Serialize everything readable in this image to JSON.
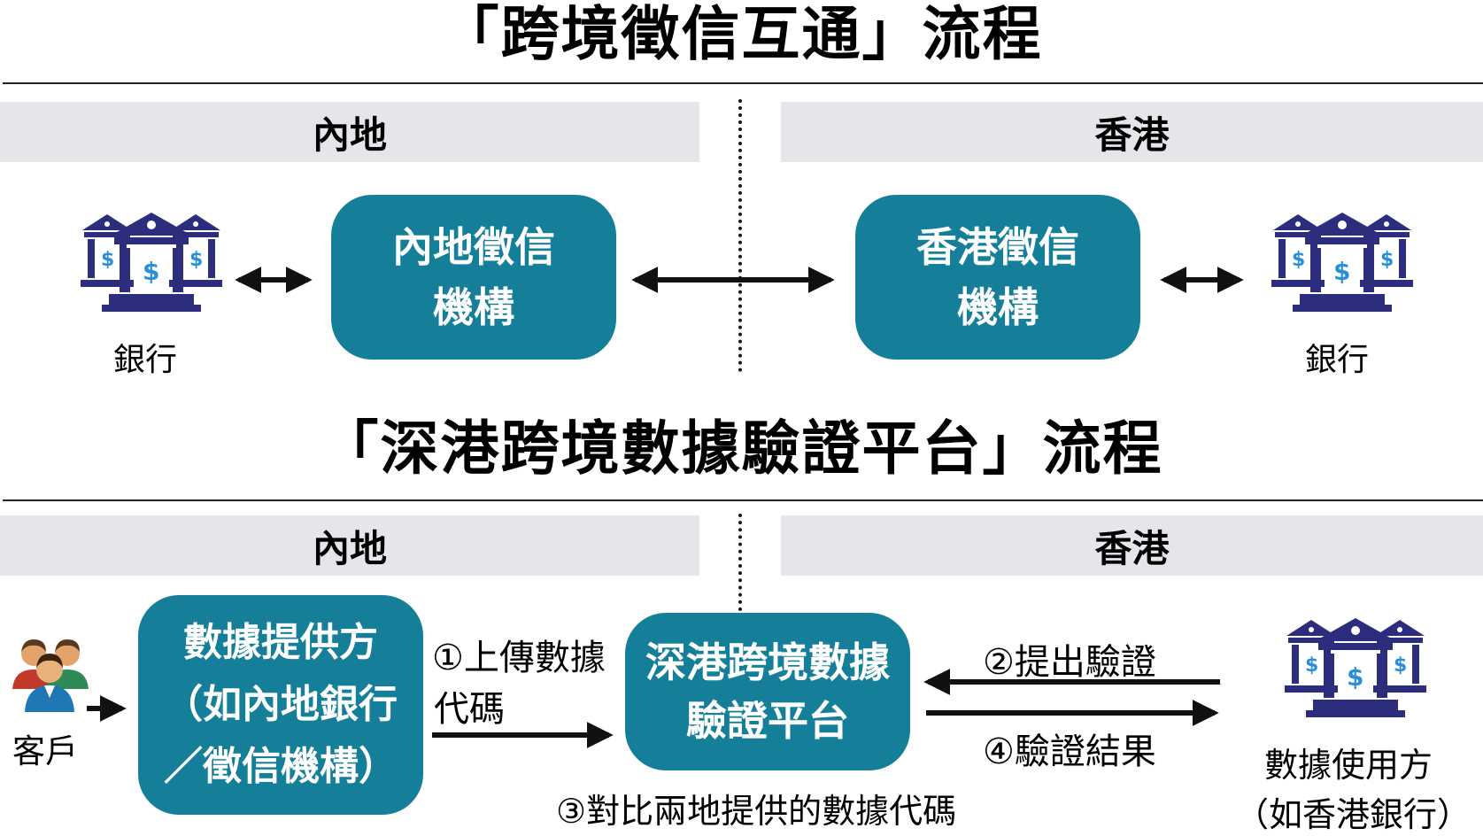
{
  "colors": {
    "box_fill": "#157f99",
    "band_fill": "#e5e6ea",
    "bank_icon": "#2d2d7e",
    "arrow": "#111111"
  },
  "section1": {
    "title": "「跨境徵信互通」流程",
    "mainland_label": "內地",
    "hk_label": "香港",
    "left_bank_label": "銀行",
    "right_bank_label": "銀行",
    "mainland_agency": [
      "內地徵信",
      "機構"
    ],
    "hk_agency": [
      "香港徵信",
      "機構"
    ]
  },
  "section2": {
    "title": "「深港跨境數據驗證平台」流程",
    "mainland_label": "內地",
    "hk_label": "香港",
    "customer_label": "客戶",
    "provider": [
      "數據提供方",
      "（如內地銀行",
      "／徵信機構）"
    ],
    "platform": [
      "深港跨境數據",
      "驗證平台"
    ],
    "step1": [
      "①上傳數據",
      "代碼"
    ],
    "step2": "②提出驗證",
    "step3": "③對比兩地提供的數據代碼",
    "step4": "④驗證結果",
    "user": [
      "數據使用方",
      "（如香港銀行）"
    ]
  },
  "icons": [
    "bank-icon",
    "customer-group-icon"
  ]
}
